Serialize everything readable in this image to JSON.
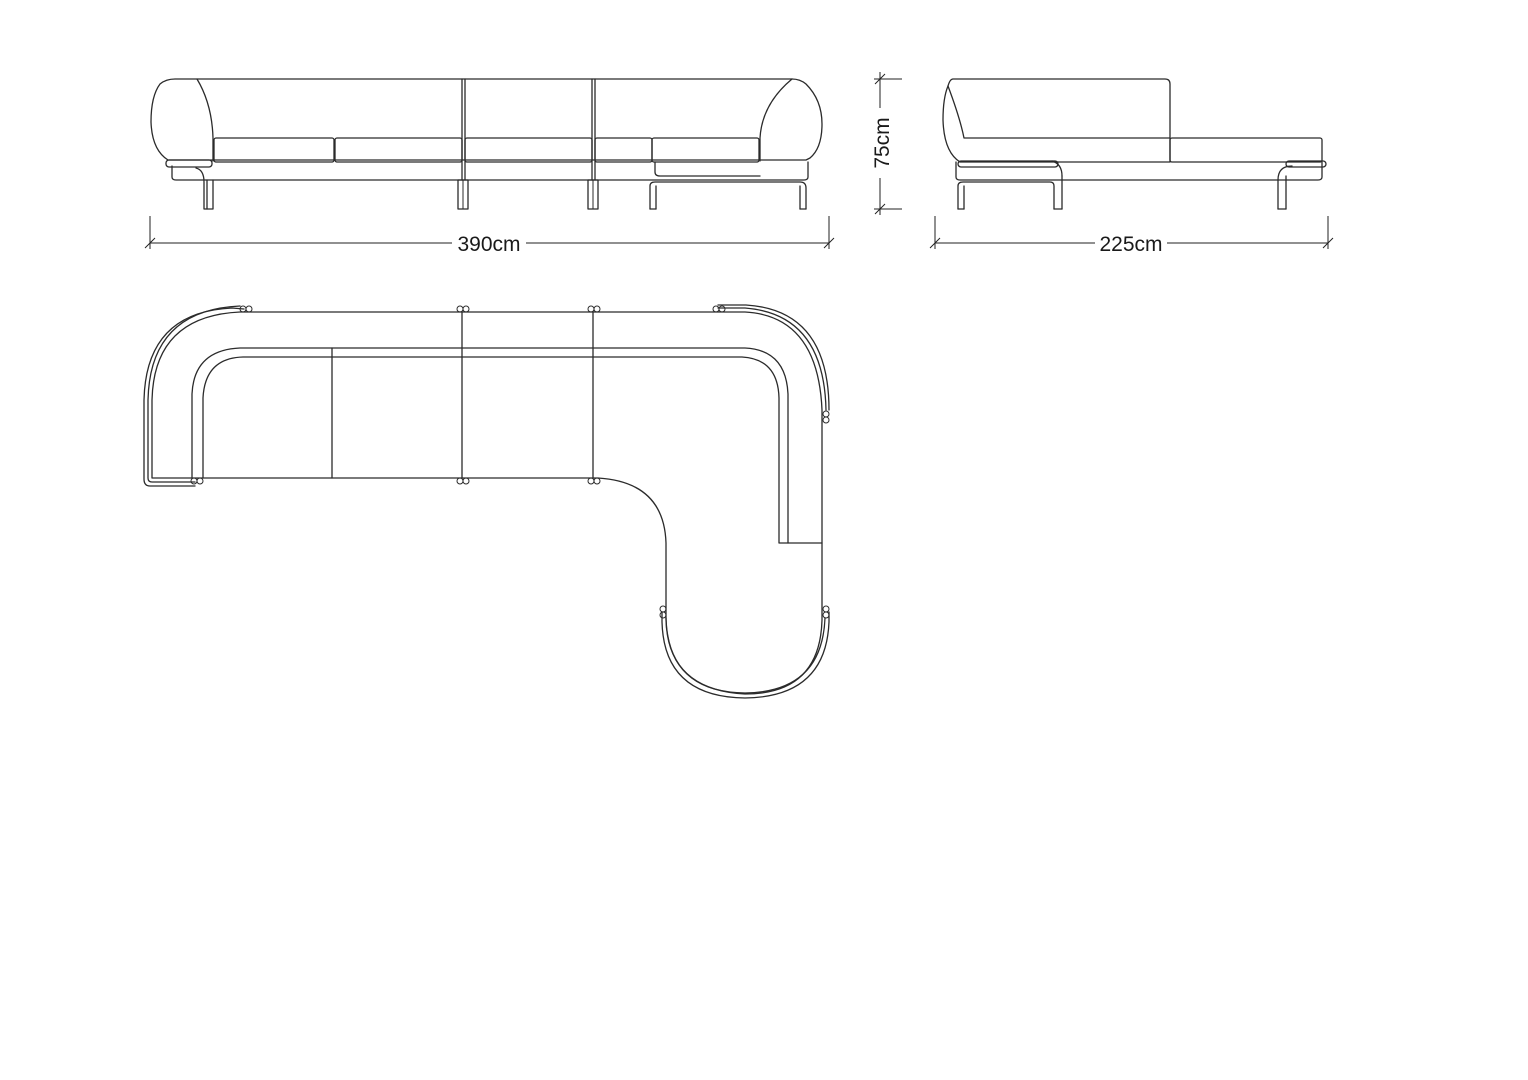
{
  "drawing": {
    "views": [
      "front-view",
      "side-view",
      "plan-view"
    ],
    "dimensions": {
      "width": "390cm",
      "depth": "225cm",
      "height": "75cm"
    },
    "colors": {
      "line": "#2b2b2b",
      "background": "#ffffff"
    }
  }
}
